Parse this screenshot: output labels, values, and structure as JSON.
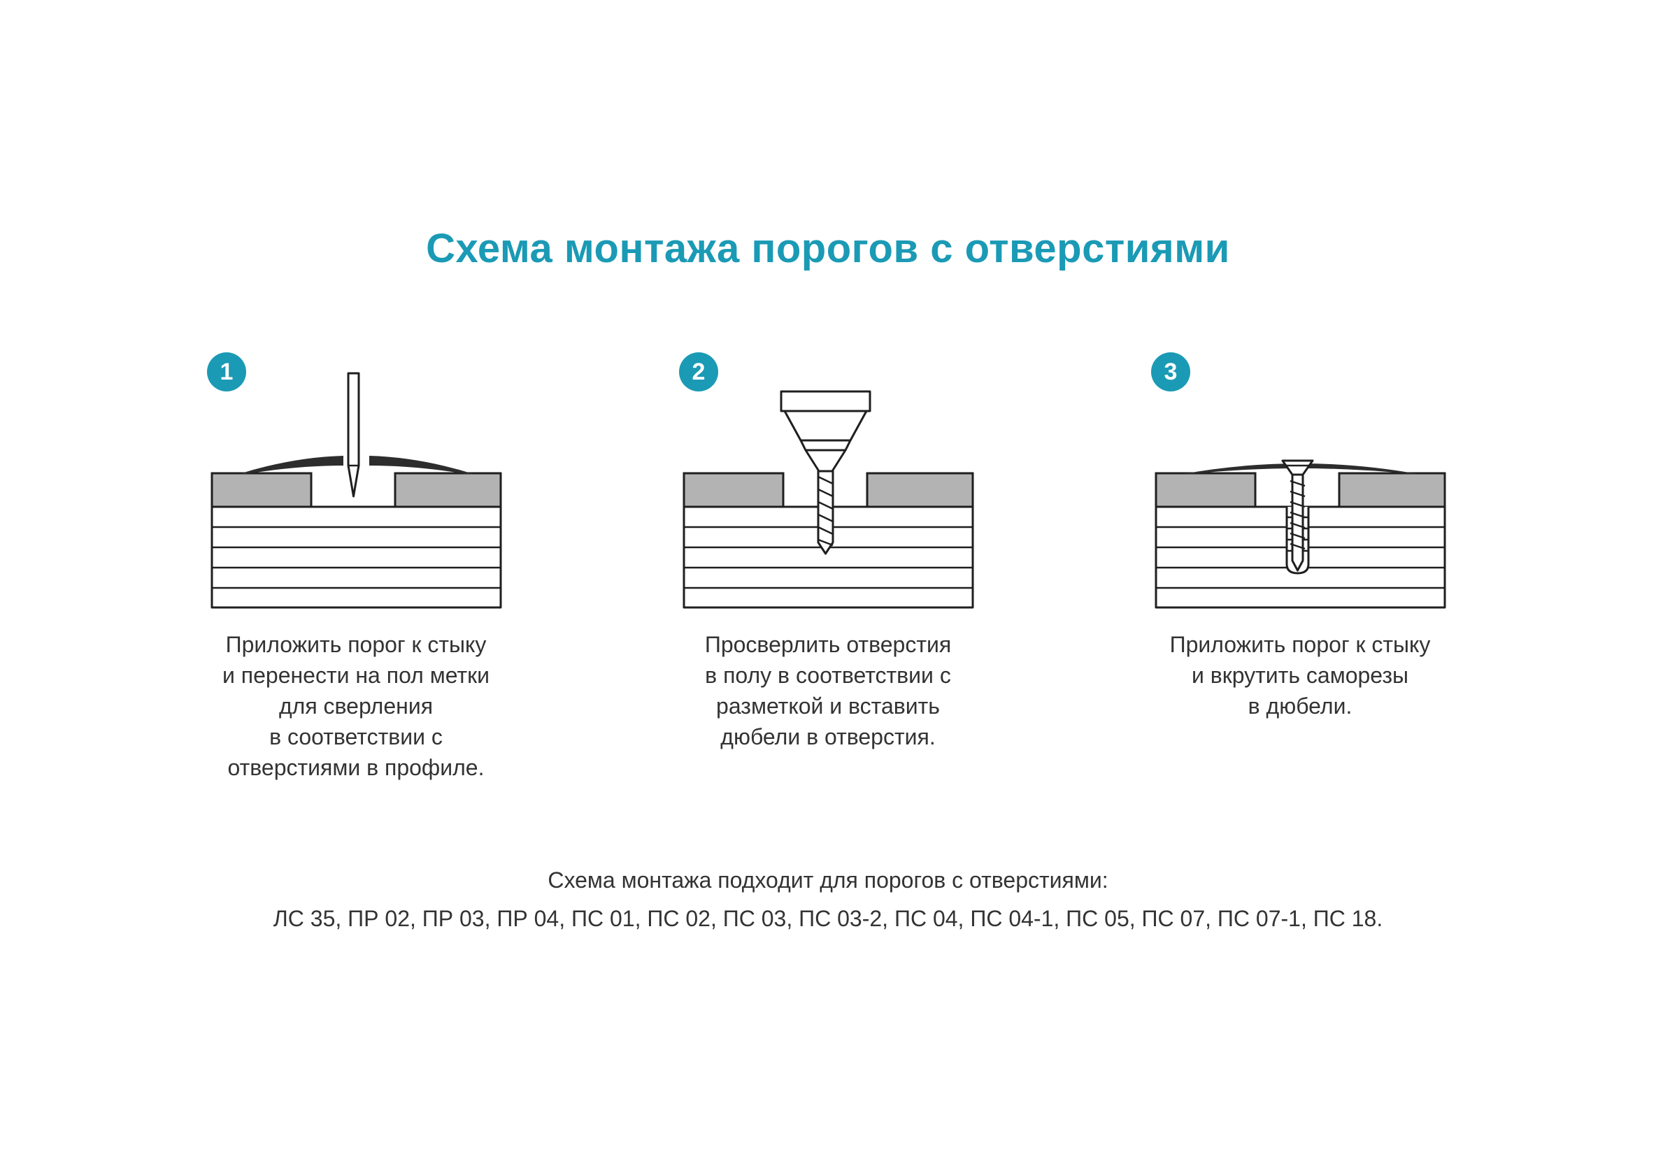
{
  "title": "Схема монтажа порогов с отверстиями",
  "steps": [
    {
      "number": "1",
      "caption": "Приложить порог к стыку\nи перенести на пол метки\nдля сверления\nв соответствии с\nотверстиями в профиле."
    },
    {
      "number": "2",
      "caption": "Просверлить отверстия\nв полу в соответствии с\nразметкой и вставить\nдюбели в отверстия."
    },
    {
      "number": "3",
      "caption": "Приложить порог к стыку\nи вкрутить саморезы\nв дюбели."
    }
  ],
  "footer": {
    "intro": "Схема монтажа подходит для порогов с отверстиями:",
    "models": "ЛС 35, ПР 02, ПР 03, ПР 04, ПС 01, ПС 02, ПС 03, ПС 03-2, ПС 04, ПС 04-1, ПС 05, ПС 07, ПС 07-1, ПС 18."
  },
  "colors": {
    "accent": "#1b9ab5",
    "outline": "#1f1f1f",
    "gray_fill": "#b3b3b3",
    "threshold_fill": "#2d2d2d",
    "text": "#333333",
    "page_bg": "#ffffff"
  }
}
